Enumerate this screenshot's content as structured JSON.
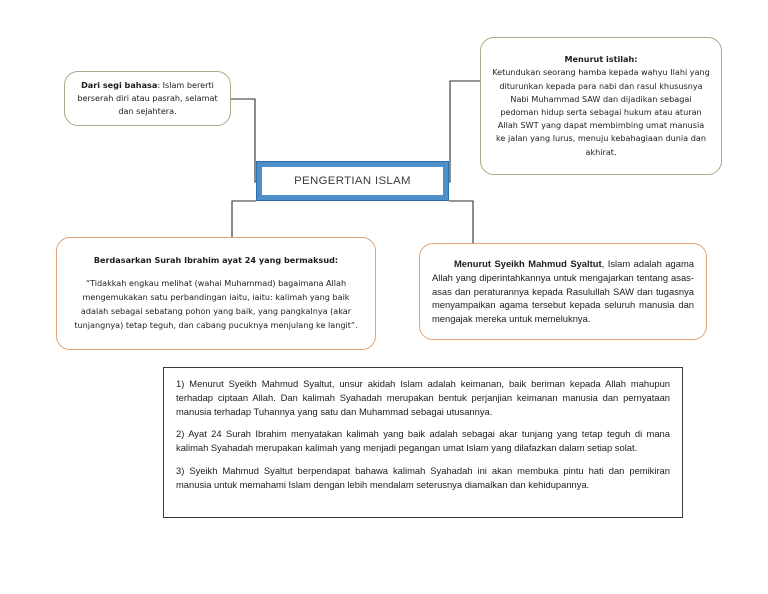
{
  "diagram": {
    "center": {
      "title": "PENGERTIAN ISLAM"
    },
    "nodes": {
      "bahasa": {
        "heading": "Dari segi bahasa",
        "text": ": Islam bererti berserah diri atau pasrah, selamat dan sejahtera.",
        "border_color": "#9cb185"
      },
      "istilah": {
        "heading": "Menurut istilah:",
        "text": "Ketundukan seorang hamba kepada wahyu Ilahi yang diturunkan kepada para nabi dan rasul khususnya Nabi Muhammad SAW dan dijadikan sebagai pedoman hidup serta sebagai hukum atau aturan Allah SWT yang dapat membimbing umat manusia ke jalan yang lurus, menuju kebahagiaan dunia dan akhirat.",
        "border_color": "#9cb185"
      },
      "surah": {
        "heading": "Berdasarkan Surah Ibrahim ayat 24 yang bermaksud:",
        "text": "“Tidakkah engkau melihat (wahai Muhammad) bagaimana Allah mengemukakan satu perbandingan iaitu, iaitu: kalimah yang baik adalah sebagai sebatang pohon yang baik, yang pangkalnya (akar tunjangnya) tetap teguh, dan cabang pucuknya menjulang ke langit”.",
        "border_color": "#e0a478"
      },
      "syaltut": {
        "heading": "Menurut Syeikh Mahmud Syaltut",
        "text": ", Islam adalah agama Allah yang diperintahkannya untuk mengajarkan tentang asas-asas dan peraturannya kepada Rasulullah SAW dan tugasnya menyampaikan agama tersebut kepada seluruh manusia dan mengajak mereka untuk memeluknya.",
        "border_color": "#e0a478"
      }
    },
    "summary": {
      "points": [
        "1) Menurut Syeikh Mahmud Syaltut, unsur akidah Islam adalah keimanan, baik beriman kepada Allah mahupun terhadap ciptaan Allah. Dan kalimah Syahadah merupakan bentuk perjanjian keimanan manusia dan pernyataan manusia terhadap Tuhannya yang satu dan Muhammad sebagai utusannya.",
        "2) Ayat 24 Surah Ibrahim menyatakan kalimah yang baik adalah sebagai akar tunjang yang tetap teguh di mana kalimah Syahadah merupakan kalimah yang menjadi pegangan umat Islam yang dilafazkan dalam setiap solat.",
        "3) Syeikh Mahmud Syaltut berpendapat bahawa kalimah Syahadah ini akan membuka pintu hati dan pemikiran manusia untuk memahami Islam dengan lebih mendalam seterusnya diamalkan dan kehidupannya."
      ]
    },
    "theme": {
      "center_fill": "#4e8fca",
      "connector_color": "#2e2e2e",
      "summary_border": "#3a3a3a",
      "background": "#ffffff"
    }
  }
}
